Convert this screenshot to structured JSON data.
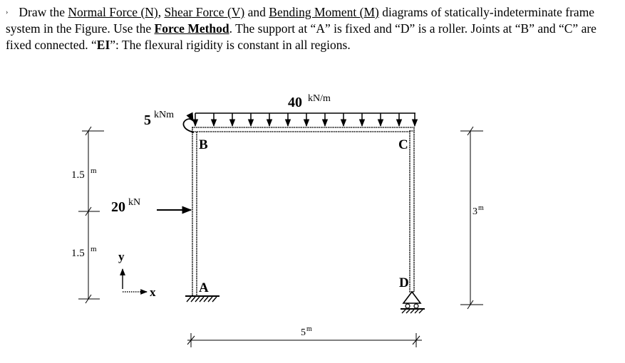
{
  "problem": {
    "marker": "›",
    "p1": "Draw the ",
    "normal_force": "Normal Force (N)",
    "p2": ", ",
    "shear_force": "Shear Force (V)",
    "p3": " and ",
    "bending_moment": "Bending Moment (M)",
    "p4": " diagrams of statically-indeterminate frame system in the Figure. Use the ",
    "force_method": "Force Method",
    "p5": ". The support at “A” is fixed and “D” is a roller. Joints at “B” and “C” are fixed connected. “",
    "ei": "EI",
    "p6": "”: The flexural rigidity is constant in all regions."
  },
  "figure": {
    "distributed_load": {
      "value": "40",
      "unit": "kN/m"
    },
    "moment": {
      "value": "5",
      "unit": "kNm"
    },
    "point_load": {
      "value": "20",
      "unit": "kN"
    },
    "nodes": {
      "a": "A",
      "b": "B",
      "c": "C",
      "d": "D"
    },
    "axes": {
      "x": "x",
      "y": "y"
    },
    "dimensions": {
      "left_upper": {
        "value": "1.5",
        "unit": "m"
      },
      "left_lower": {
        "value": "1.5",
        "unit": "m"
      },
      "right_height": {
        "value": "3",
        "unit": "m"
      },
      "bottom_span": {
        "value": "5",
        "unit": "m"
      }
    }
  }
}
